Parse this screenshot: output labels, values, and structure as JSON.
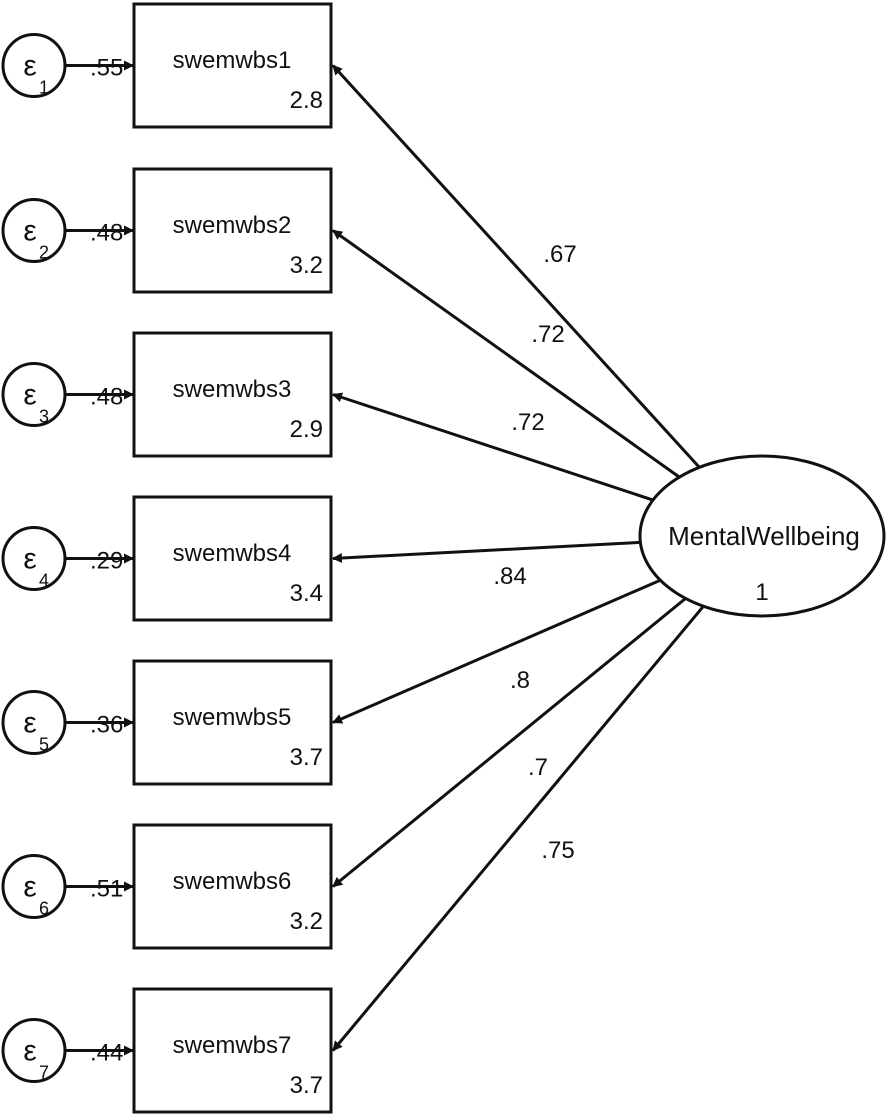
{
  "latent": {
    "name": "MentalWellbeing",
    "variance": "1"
  },
  "error_symbol": "ε",
  "indicators": [
    {
      "name": "swemwbs1",
      "intercept": "2.8",
      "loading": ".67",
      "error_variance": ".55",
      "error_index": "1"
    },
    {
      "name": "swemwbs2",
      "intercept": "3.2",
      "loading": ".72",
      "error_variance": ".48",
      "error_index": "2"
    },
    {
      "name": "swemwbs3",
      "intercept": "2.9",
      "loading": ".72",
      "error_variance": ".48",
      "error_index": "3"
    },
    {
      "name": "swemwbs4",
      "intercept": "3.4",
      "loading": ".84",
      "error_variance": ".29",
      "error_index": "4"
    },
    {
      "name": "swemwbs5",
      "intercept": "3.7",
      "loading": ".8",
      "error_variance": ".36",
      "error_index": "5"
    },
    {
      "name": "swemwbs6",
      "intercept": "3.2",
      "loading": ".7",
      "error_variance": ".51",
      "error_index": "6"
    },
    {
      "name": "swemwbs7",
      "intercept": "3.7",
      "loading": ".75",
      "error_variance": ".44",
      "error_index": "7"
    }
  ]
}
